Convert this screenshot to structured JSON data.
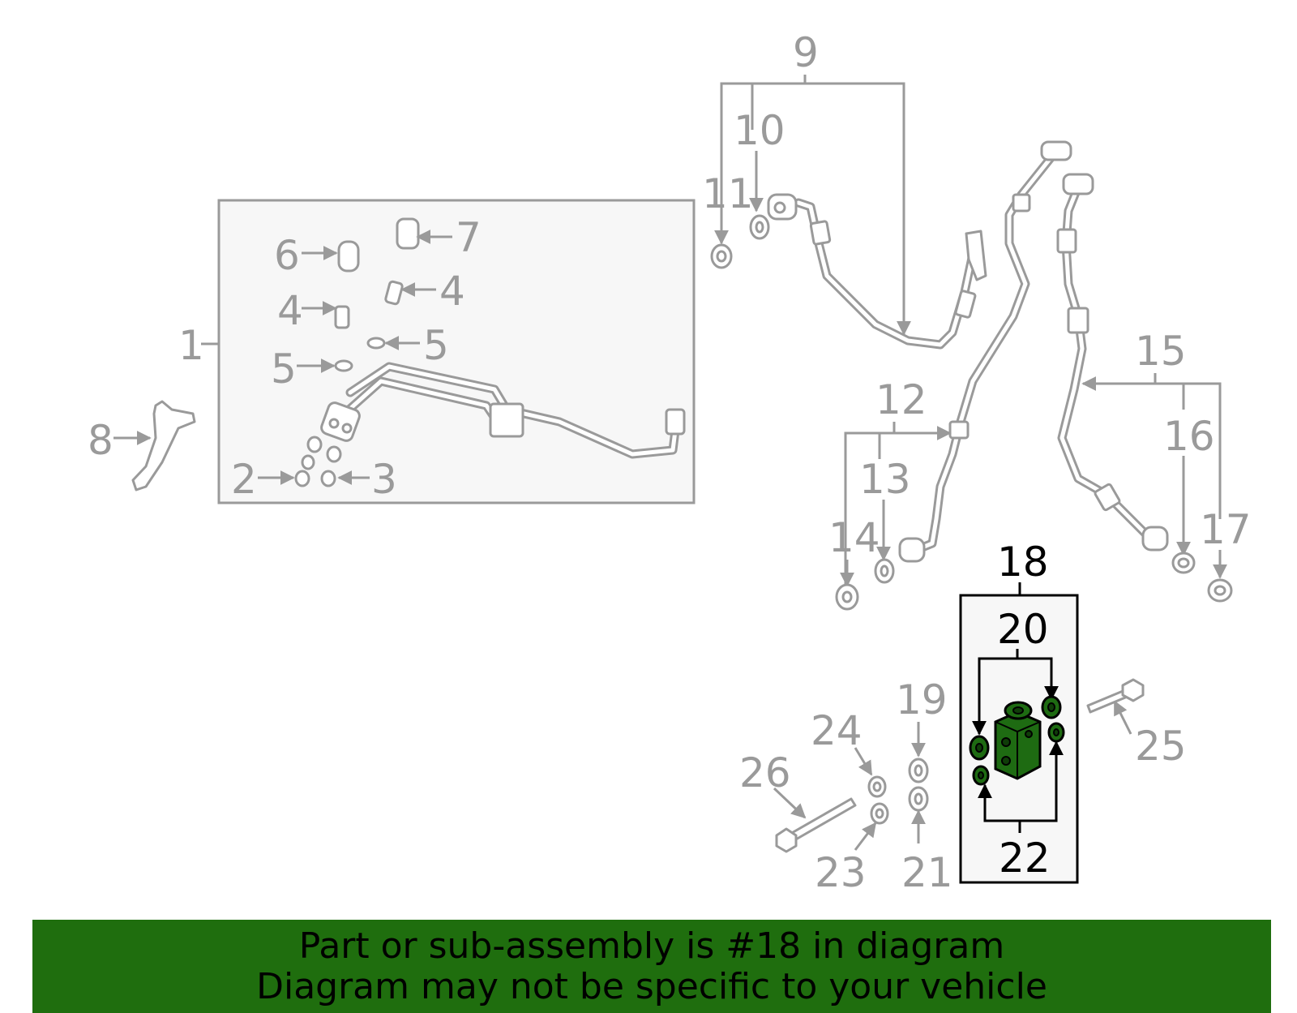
{
  "labels": {
    "l1": "1",
    "l2": "2",
    "l3": "3",
    "l4a": "4",
    "l4b": "4",
    "l5a": "5",
    "l5b": "5",
    "l6": "6",
    "l7": "7",
    "l8": "8",
    "l9": "9",
    "l10": "10",
    "l11": "11",
    "l12": "12",
    "l13": "13",
    "l14": "14",
    "l15": "15",
    "l16": "16",
    "l17": "17",
    "l18": "18",
    "l19": "19",
    "l20": "20",
    "l21": "21",
    "l22": "22",
    "l23": "23",
    "l24": "24",
    "l25": "25",
    "l26": "26"
  },
  "highlight": {
    "part": "18",
    "color": "#1f6e0e"
  },
  "banner": {
    "line1": "Part or sub-assembly is #18 in diagram",
    "line2": "Diagram may not be specific to your vehicle"
  }
}
